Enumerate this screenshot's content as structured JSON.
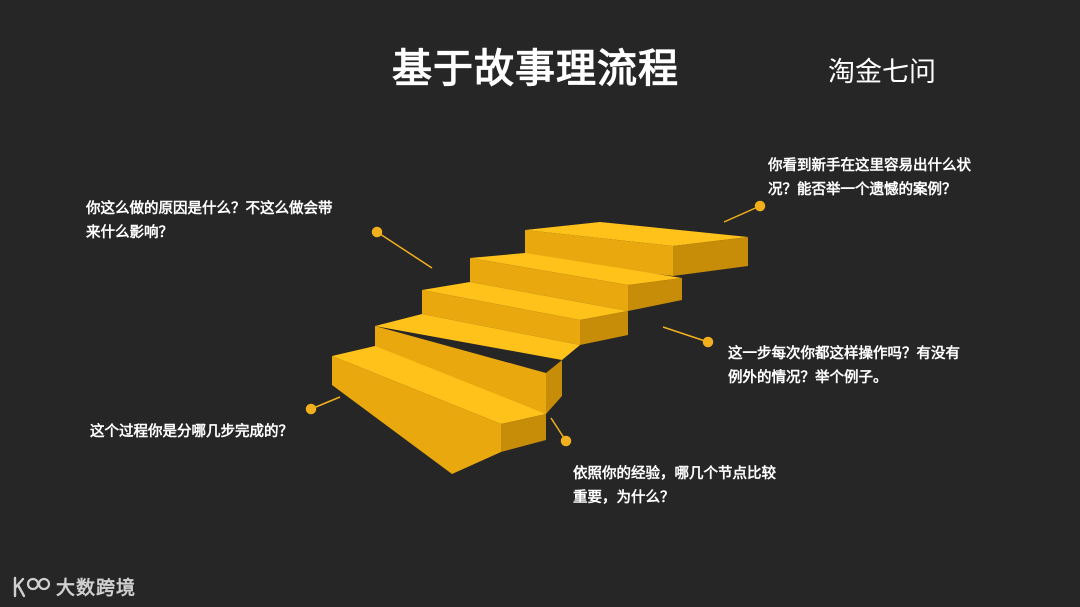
{
  "title": "基于故事理流程",
  "subtitle": "淘金七问",
  "questions": {
    "q1": [
      "你这么做的原因是什么？不这么做会带",
      "来什么影响？"
    ],
    "q2": [
      "你看到新手在这里容易出什么状",
      "况？能否举一个遗憾的案例？"
    ],
    "q3": [
      "这一步每次你都这样操作吗？有没有",
      "例外的情况？举个例子。"
    ],
    "q4": [
      "这个过程你是分哪几步完成的？"
    ],
    "q5": [
      "依照你的经验，哪几个节点比较",
      "重要，为什么？"
    ]
  },
  "brand": {
    "name": "大数跨境",
    "logo_icon": "k100-logo-icon"
  },
  "colors": {
    "background": "#262626",
    "step_top": "#ffc21a",
    "step_front": "#e9a80e",
    "step_side": "#c78c08",
    "accent": "#f2b01e"
  }
}
